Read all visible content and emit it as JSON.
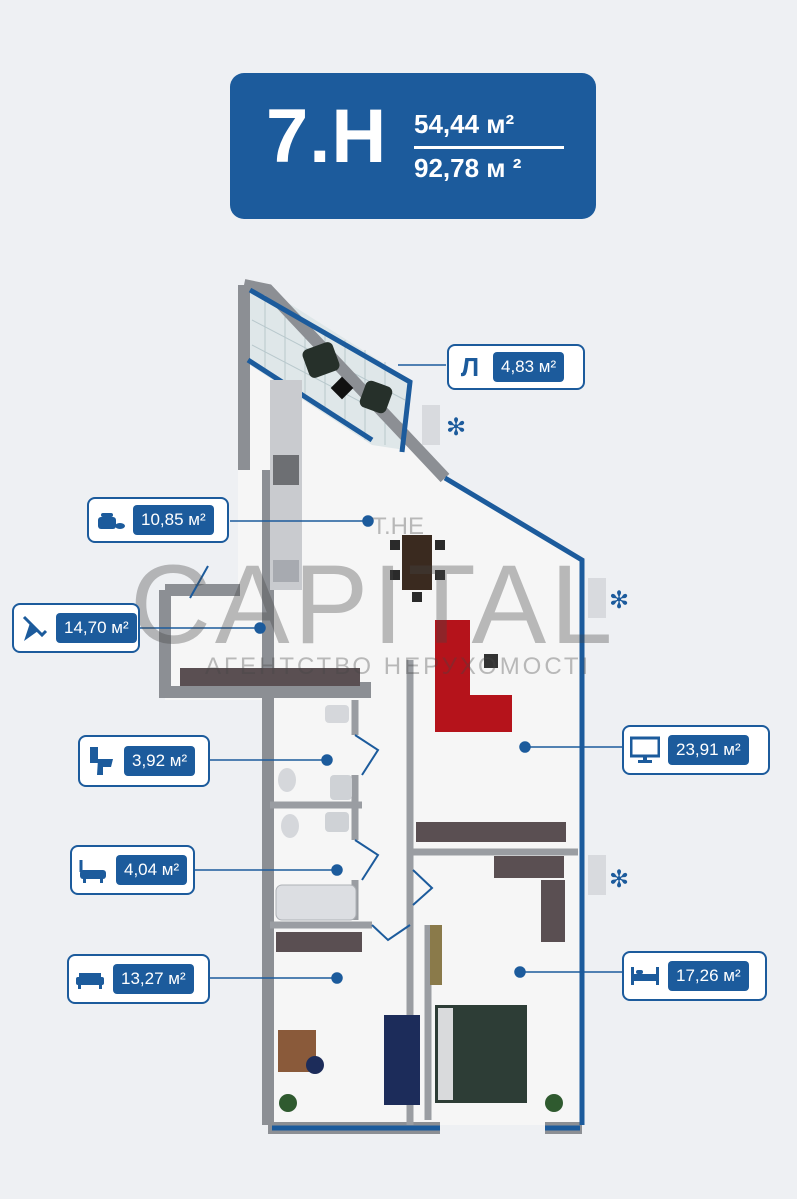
{
  "apartment": {
    "name": "7.H",
    "area_living": "54,44 м²",
    "area_total": "92,78 м ²"
  },
  "rooms": [
    {
      "icon": "balcony-letter",
      "label": "Л",
      "area": "4,83 м²"
    },
    {
      "icon": "kitchen-pot-icon",
      "area": "10,85 м²"
    },
    {
      "icon": "hallway-umbrella-icon",
      "area": "14,70 м²"
    },
    {
      "icon": "toilet-icon",
      "area": "3,92 м²"
    },
    {
      "icon": "bathtub-icon",
      "area": "4,04 м²"
    },
    {
      "icon": "sofa-icon",
      "area": "13,27 м²"
    },
    {
      "icon": "tv-icon",
      "area": "23,91 м²"
    },
    {
      "icon": "bed-icon",
      "area": "17,26 м²"
    }
  ],
  "watermark": {
    "top": "T.HE",
    "main": "CAPITAL",
    "sub": "АГЕНТСТВО НЕРУХОМОСТІ"
  },
  "colors": {
    "accent": "#1c5b9c",
    "wall": "#8c8f94"
  }
}
